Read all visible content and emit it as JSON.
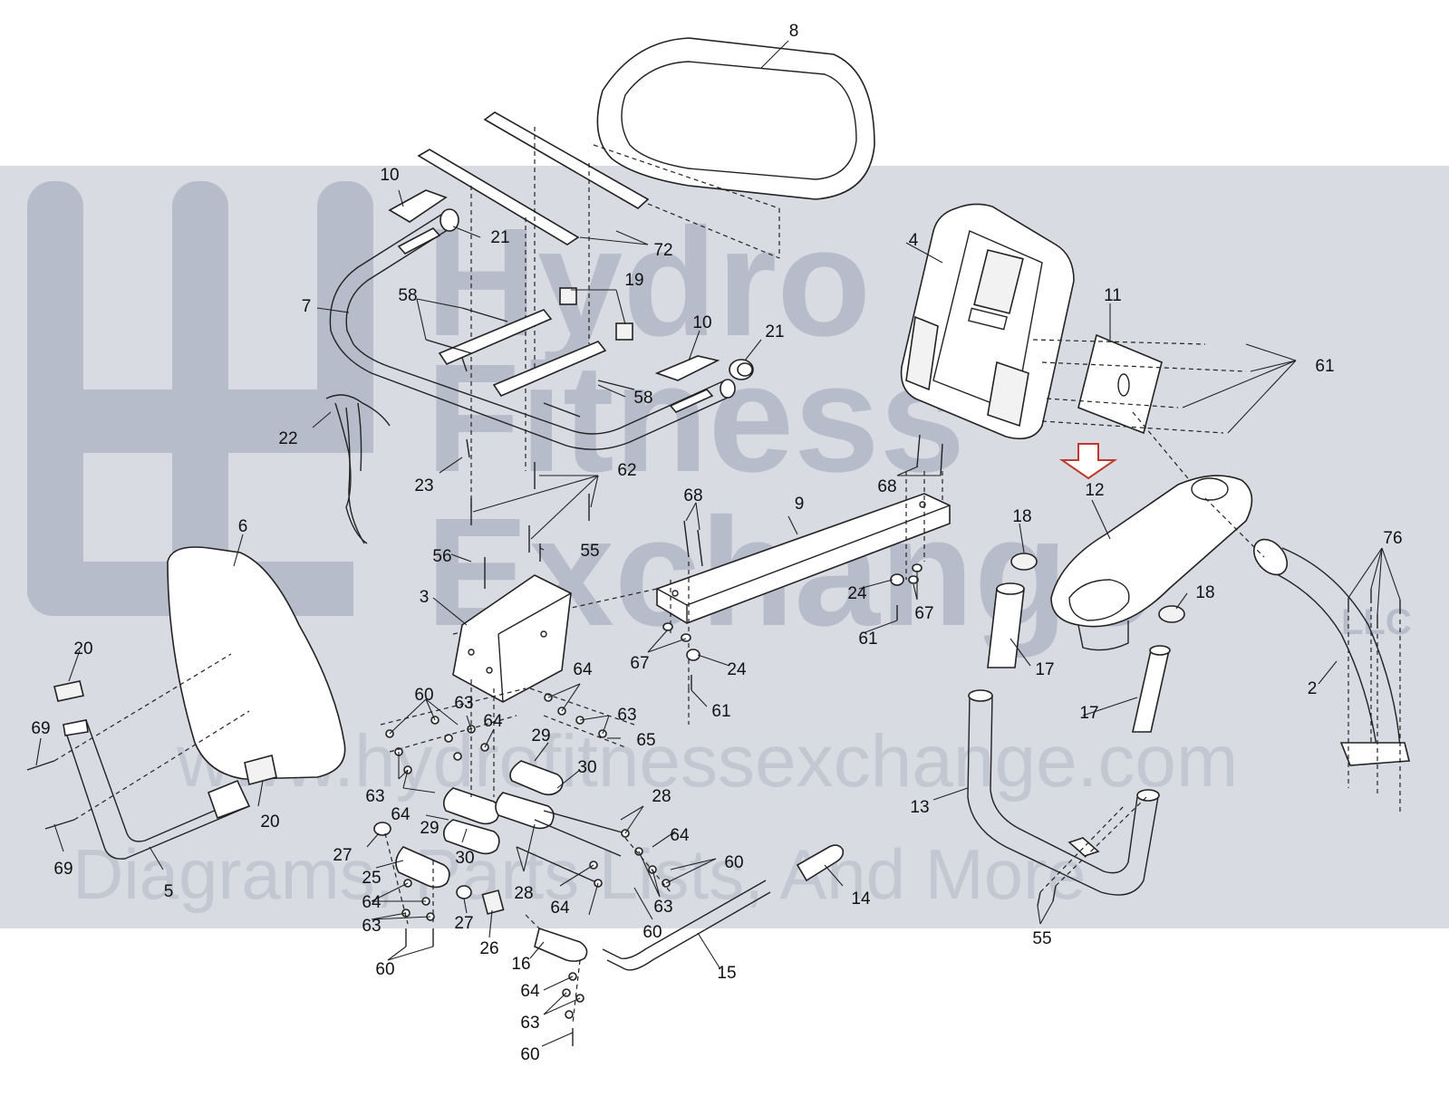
{
  "watermark": {
    "line1": "Hydro",
    "line2": "Fitness",
    "line3": "Exchange",
    "suffix": "LLC",
    "url": "www.hydrofitnessexchange.com",
    "tagline": "Diagrams, Parts Lists, And More"
  },
  "colors": {
    "ink": "#222222",
    "watermark_band": "#d9dbe3",
    "watermark_text": "#b7bccb",
    "highlight_arrow": "#c0392b"
  },
  "callouts": [
    {
      "id": "c8",
      "text": "8"
    },
    {
      "id": "c10a",
      "text": "10"
    },
    {
      "id": "c21a",
      "text": "21"
    },
    {
      "id": "c72",
      "text": "72"
    },
    {
      "id": "c7",
      "text": "7"
    },
    {
      "id": "c58a",
      "text": "58"
    },
    {
      "id": "c19",
      "text": "19"
    },
    {
      "id": "c10b",
      "text": "10"
    },
    {
      "id": "c21b",
      "text": "21"
    },
    {
      "id": "c58b",
      "text": "58"
    },
    {
      "id": "c4",
      "text": "4"
    },
    {
      "id": "c11",
      "text": "11"
    },
    {
      "id": "c61a",
      "text": "61"
    },
    {
      "id": "c22",
      "text": "22"
    },
    {
      "id": "c23",
      "text": "23"
    },
    {
      "id": "c62",
      "text": "62"
    },
    {
      "id": "c68a",
      "text": "68"
    },
    {
      "id": "c12",
      "text": "12"
    },
    {
      "id": "c9",
      "text": "9"
    },
    {
      "id": "c68b",
      "text": "68"
    },
    {
      "id": "c18a",
      "text": "18"
    },
    {
      "id": "c76",
      "text": "76"
    },
    {
      "id": "c6",
      "text": "6"
    },
    {
      "id": "c56",
      "text": "56"
    },
    {
      "id": "c55a",
      "text": "55"
    },
    {
      "id": "c3",
      "text": "3"
    },
    {
      "id": "c24a",
      "text": "24"
    },
    {
      "id": "c67a",
      "text": "67"
    },
    {
      "id": "c18b",
      "text": "18"
    },
    {
      "id": "c61b",
      "text": "61"
    },
    {
      "id": "c20a",
      "text": "20"
    },
    {
      "id": "c67b",
      "text": "67"
    },
    {
      "id": "c24b",
      "text": "24"
    },
    {
      "id": "c17a",
      "text": "17"
    },
    {
      "id": "c2",
      "text": "2"
    },
    {
      "id": "c60a",
      "text": "60"
    },
    {
      "id": "c64a",
      "text": "64"
    },
    {
      "id": "c63a",
      "text": "63"
    },
    {
      "id": "c61c",
      "text": "61"
    },
    {
      "id": "c17b",
      "text": "17"
    },
    {
      "id": "c69a",
      "text": "69"
    },
    {
      "id": "c64b",
      "text": "64"
    },
    {
      "id": "c63b",
      "text": "63"
    },
    {
      "id": "c29a",
      "text": "29"
    },
    {
      "id": "c65",
      "text": "65"
    },
    {
      "id": "c30a",
      "text": "30"
    },
    {
      "id": "c63c",
      "text": "63"
    },
    {
      "id": "c20b",
      "text": "20"
    },
    {
      "id": "c28a",
      "text": "28"
    },
    {
      "id": "c13",
      "text": "13"
    },
    {
      "id": "c64c",
      "text": "64"
    },
    {
      "id": "c29b",
      "text": "29"
    },
    {
      "id": "c69b",
      "text": "69"
    },
    {
      "id": "c27a",
      "text": "27"
    },
    {
      "id": "c30b",
      "text": "30"
    },
    {
      "id": "c64d",
      "text": "64"
    },
    {
      "id": "c60b",
      "text": "60"
    },
    {
      "id": "c5",
      "text": "5"
    },
    {
      "id": "c25",
      "text": "25"
    },
    {
      "id": "c28b",
      "text": "28"
    },
    {
      "id": "c64e",
      "text": "64"
    },
    {
      "id": "c63d",
      "text": "63"
    },
    {
      "id": "c14",
      "text": "14"
    },
    {
      "id": "c64f",
      "text": "64"
    },
    {
      "id": "c63e",
      "text": "63"
    },
    {
      "id": "c27b",
      "text": "27"
    },
    {
      "id": "c60c",
      "text": "60"
    },
    {
      "id": "c26",
      "text": "26"
    },
    {
      "id": "c60d",
      "text": "60"
    },
    {
      "id": "c16",
      "text": "16"
    },
    {
      "id": "c15",
      "text": "15"
    },
    {
      "id": "c55b",
      "text": "55"
    },
    {
      "id": "c64g",
      "text": "64"
    },
    {
      "id": "c63f",
      "text": "63"
    },
    {
      "id": "c60e",
      "text": "60"
    }
  ]
}
